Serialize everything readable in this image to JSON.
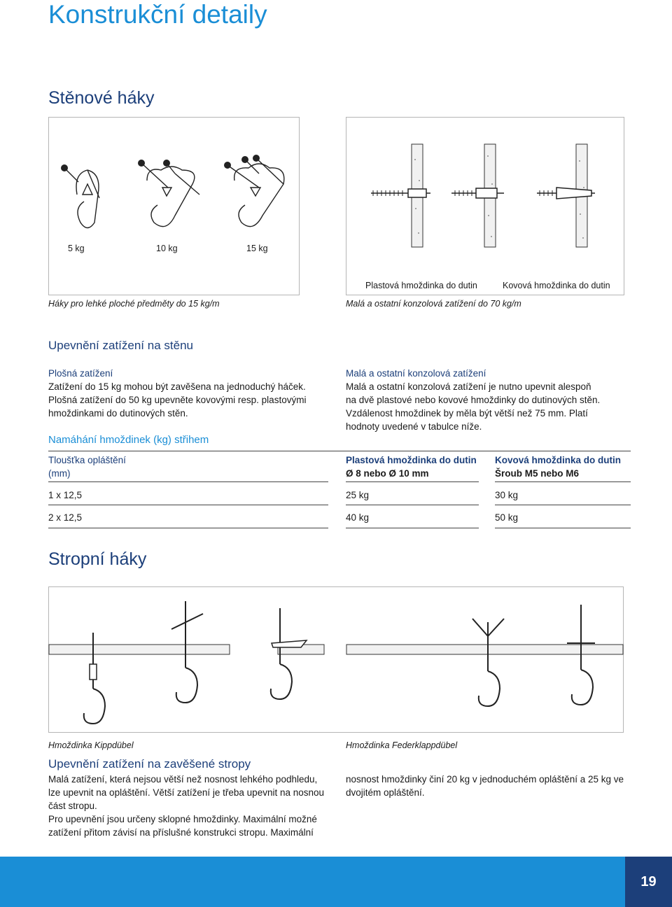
{
  "page_title": "Konstrukční detaily",
  "wall_hooks": {
    "heading": "Stěnové háky",
    "left_panel": {
      "labels": [
        "5 kg",
        "10 kg",
        "15 kg"
      ],
      "caption": "Háky pro lehké ploché předměty do 15 kg/m"
    },
    "right_panel": {
      "label_plastic": "Plastová hmoždinka do dutin",
      "label_metal": "Kovová hmoždinka do dutin",
      "caption": "Malá a ostatní konzolová zatížení do 70 kg/m"
    }
  },
  "wall_fixing": {
    "heading": "Upevnění zatížení na stěnu",
    "left": {
      "subheading": "Plošná zatížení",
      "lines": [
        "Zatížení do 15 kg mohou být zavěšena na jednoduchý háček.",
        "Plošná zatížení do 50 kg upevněte kovovými resp. plastovými",
        "hmoždinkami do dutinových stěn."
      ]
    },
    "right": {
      "subheading": "Malá a ostatní konzolová zatížení",
      "lines": [
        "Malá a ostatní konzolová zatížení je nutno upevnit alespoň",
        "na dvě plastové nebo kovové hmoždinky do dutinových stěn.",
        "Vzdálenost hmoždinek by měla být větší než 75 mm. Platí",
        "hodnoty uvedené v tabulce níže."
      ]
    },
    "table": {
      "title": "Namáhání hmoždinek (kg) střihem",
      "headers": [
        [
          "Tloušťka opláštění",
          "(mm)"
        ],
        [
          "Plastová hmoždinka do dutin",
          "Ø 8 nebo Ø 10 mm"
        ],
        [
          "Kovová hmoždinka do dutin",
          "Šroub M5 nebo M6"
        ]
      ],
      "rows": [
        [
          "1 x 12,5",
          "25 kg",
          "30 kg"
        ],
        [
          "2 x 12,5",
          "40 kg",
          "50 kg"
        ]
      ]
    }
  },
  "ceiling_hooks": {
    "heading": "Stropní háky",
    "caption_left": "Hmoždinka Kippdübel",
    "caption_right": "Hmoždinka Federklappdübel",
    "subheading": "Upevnění zatížení na zavěšené stropy",
    "left_lines": [
      "Malá zatížení, která nejsou větší než nosnost lehkého podhledu,",
      "lze upevnit na opláštění. Větší zatížení je třeba upevnit na nosnou",
      "část stropu.",
      "Pro upevnění jsou určeny sklopné hmoždinky. Maximální možné",
      "zatížení přitom závisí na příslušné konstrukci stropu. Maximální"
    ],
    "right_lines": [
      "nosnost hmoždinky činí 20 kg v jednoduchém opláštění a 25 kg ve",
      "dvojitém opláštění."
    ]
  },
  "page_number": "19",
  "colors": {
    "accent": "#1a8ed6",
    "navy": "#1c3f7a"
  }
}
